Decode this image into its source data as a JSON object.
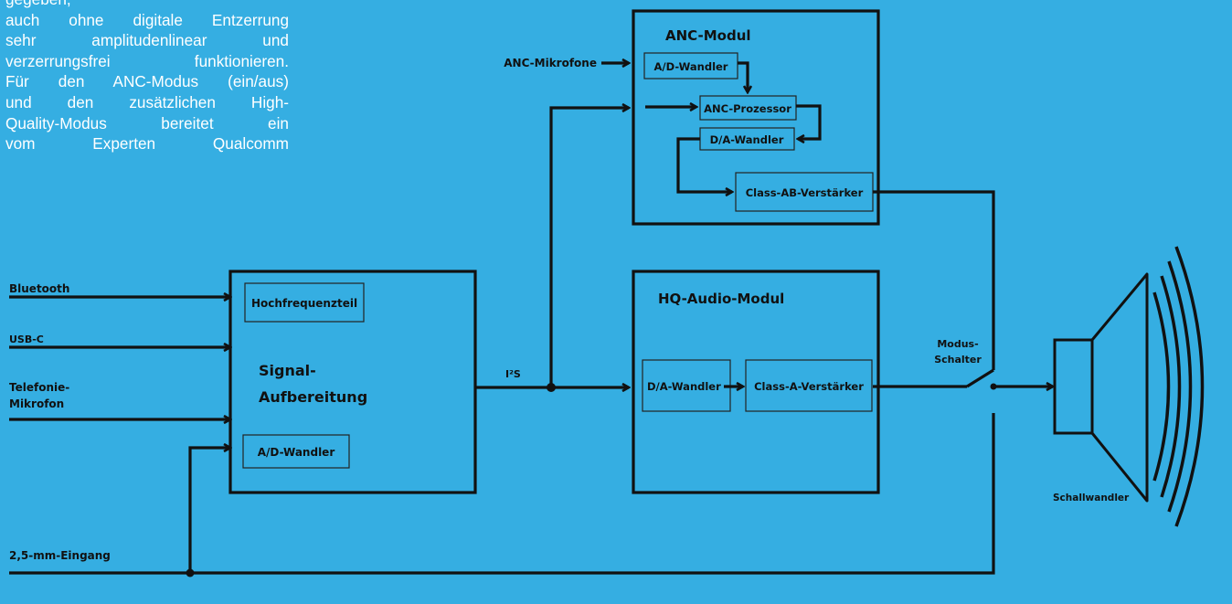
{
  "article_text": [
    "gegeben,",
    "auch ohne digitale Entzerrung",
    "sehr amplitudenlinear und",
    "verzerrungsfrei funktionieren.",
    "Für den ANC-Modus (ein/aus)",
    "und den zusätzlichen High-",
    "Quality-Modus bereitet ein",
    "vom Experten Qualcomm"
  ],
  "diagram": {
    "inputs": {
      "bluetooth": "Bluetooth",
      "usb_c": "USB-C",
      "telefonie_1": "Telefonie-",
      "telefonie_2": "Mikrofon",
      "klinke": "2,5-mm-Eingang"
    },
    "signal_block": {
      "title_1": "Signal-",
      "title_2": "Aufbereitung",
      "hf": "Hochfrequenzteil",
      "ad": "A/D-Wandler"
    },
    "i2s_label": "I²S",
    "anc_mic_label": "ANC-Mikrofone",
    "anc_module": {
      "title": "ANC-Modul",
      "ad": "A/D-Wandler",
      "proc": "ANC-Prozessor",
      "da": "D/A-Wandler",
      "amp": "Class-AB-Verstärker"
    },
    "hq_module": {
      "title": "HQ-Audio-Modul",
      "da": "D/A-Wandler",
      "amp": "Class-A-Verstärker"
    },
    "switch_label_1": "Modus-",
    "switch_label_2": "Schalter",
    "transducer_label": "Schallwandler"
  },
  "colors": {
    "background": "#35aee2",
    "lines": "#111111",
    "text": "#ffffff"
  }
}
